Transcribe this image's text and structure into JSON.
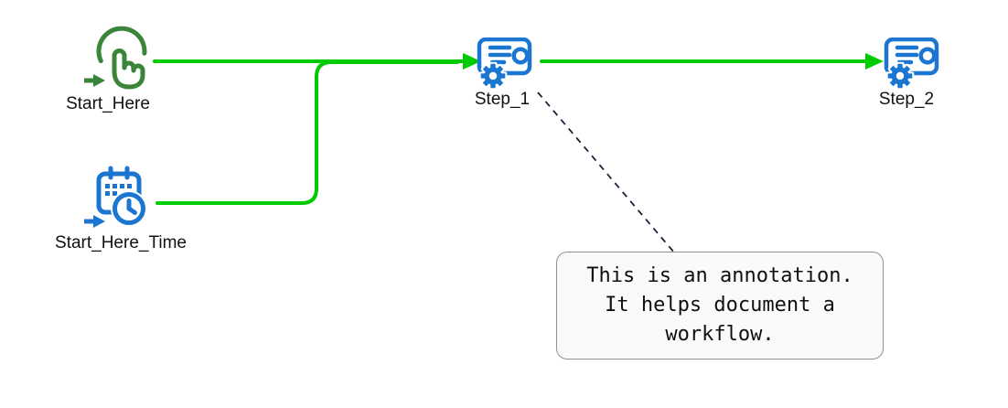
{
  "app": {
    "view": "workflow-editor-canvas"
  },
  "colors": {
    "connector_green": "#00cb00",
    "node_green": "#3a853a",
    "node_blue": "#1b76d2",
    "label_color": "#111111",
    "annotation_bg": "#fafafa",
    "annotation_border": "#909090",
    "annotation_text_color": "#101010",
    "annotation_link_color": "#1f1f3d"
  },
  "nodes": [
    {
      "id": "start_here",
      "label": "Start_Here",
      "icon": "tap-gesture-icon",
      "type": "manual-start-trigger"
    },
    {
      "id": "start_here_time",
      "label": "Start_Here_Time",
      "icon": "calendar-clock-icon",
      "type": "scheduled-start-trigger"
    },
    {
      "id": "step_1",
      "label": "Step_1",
      "icon": "automation-step-icon",
      "type": "step"
    },
    {
      "id": "step_2",
      "label": "Step_2",
      "icon": "automation-step-icon",
      "type": "step"
    }
  ],
  "connections": [
    {
      "from": "Start_Here",
      "to": "Step_1",
      "style": "solid-green-arrow"
    },
    {
      "from": "Start_Here_Time",
      "to": "Step_1",
      "style": "solid-green-arrow"
    },
    {
      "from": "Step_1",
      "to": "Step_2",
      "style": "solid-green-arrow"
    },
    {
      "from": "Step_1",
      "to": "annotation",
      "style": "dashed-link"
    }
  ],
  "annotation": {
    "text": "This is an annotation.\nIt helps document a\nworkflow."
  }
}
